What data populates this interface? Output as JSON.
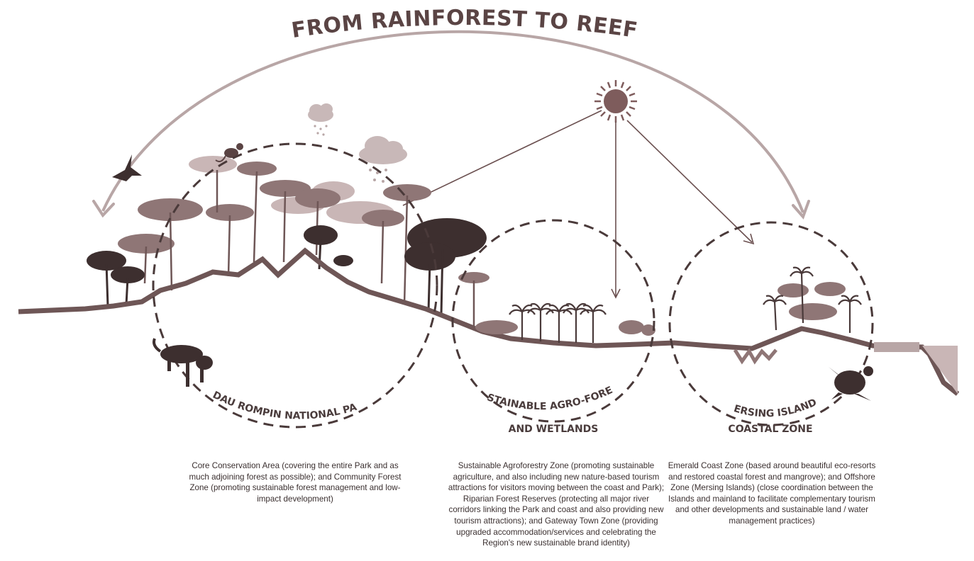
{
  "title": "FROM RAINFOREST TO REEF",
  "zones": [
    {
      "id": "national-park",
      "label_lines": [
        "ENDAU ROMPIN NATIONAL PARK"
      ],
      "description": "Core Conservation Area (covering the entire Park and as much adjoining forest as possible); and Community Forest Zone (promoting sustainable forest management and low-impact development)"
    },
    {
      "id": "agro-forests",
      "label_lines": [
        "SUSTAINABLE AGRO-FORESTS",
        "AND WETLANDS"
      ],
      "description": "Sustainable Agroforestry Zone (promoting sustainable agriculture, and also including new nature-based tourism attractions for visitors moving between the coast and Park); Riparian Forest Reserves (protecting all major river corridors linking the Park and coast and also providing new tourism attractions); and Gateway Town Zone (providing upgraded accommodation/services and celebrating the Region's new sustainable brand identity)"
    },
    {
      "id": "coastal",
      "label_lines": [
        "MERSING ISLANDS",
        "COASTAL ZONE"
      ],
      "description": "Emerald Coast Zone (based around beautiful eco-resorts and restored coastal forest and mangrove); and Offshore Zone (Mersing Islands) (close coordination between the Islands and mainland to facilitate complementary tourism and other developments and sustainable land / water management practices)"
    }
  ],
  "icons": [
    "sun-icon",
    "cloud-rain-icon",
    "bird-icon",
    "monkey-icon",
    "tiger-icon",
    "turtle-icon",
    "tree-icon",
    "palm-icon",
    "arrow-icon"
  ],
  "colors": {
    "title": "#5a4444",
    "arrow": "#b8a6a6",
    "sun": "#7e5c5c",
    "silhouette_dark": "#3d2f2f",
    "silhouette_mid": "#6e5656",
    "silhouette_light": "#b39c9c",
    "dashed_circle": "#4a3a3a"
  }
}
